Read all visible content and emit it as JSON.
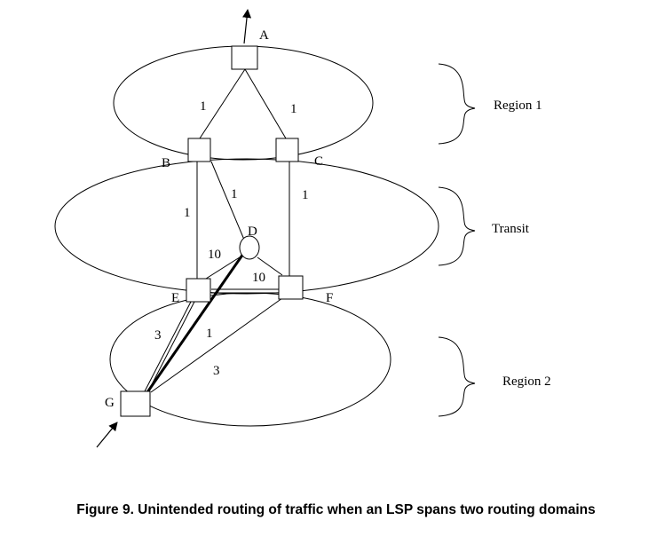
{
  "nodes": {
    "a": "A",
    "b": "B",
    "c": "C",
    "d": "D",
    "e": "E",
    "f": "F",
    "g": "G"
  },
  "regions": {
    "region1": "Region 1",
    "transit": "Transit",
    "region2": "Region 2"
  },
  "links": {
    "a_b": "1",
    "a_c": "1",
    "b_e": "1",
    "b_d": "1",
    "c_f": "1",
    "d_e": "10",
    "d_f": "10",
    "g_e": "3",
    "g_d": "1",
    "g_f": "3"
  },
  "caption": "Figure 9.  Unintended routing of traffic when an LSP spans two routing domains"
}
